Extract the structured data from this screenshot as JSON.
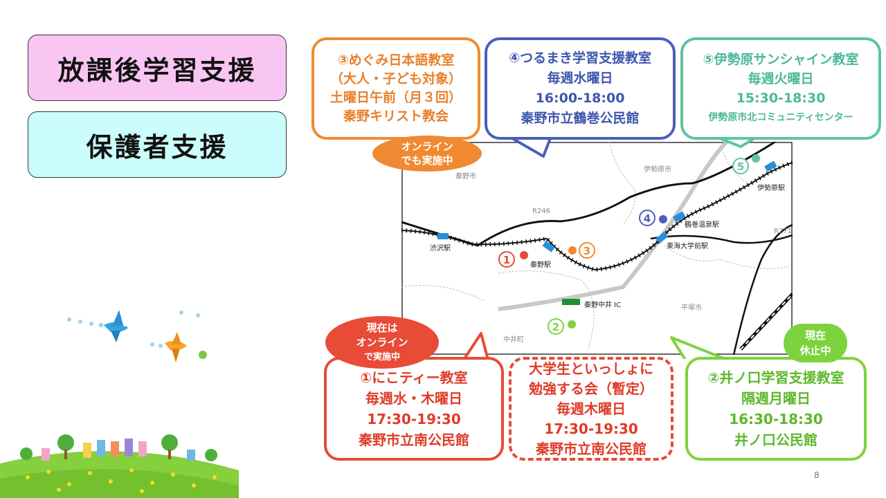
{
  "tabs": {
    "after_school": "放課後学習支援",
    "guardian": "保護者支援"
  },
  "classrooms": {
    "c3": {
      "lines": [
        "③めぐみ日本語教室",
        "（大人・子ども対象）",
        "土曜日午前（月３回）",
        "秦野キリスト教会"
      ]
    },
    "c4": {
      "lines": [
        "④つるまき学習支援教室",
        "毎週水曜日",
        "16:00-18:00",
        "秦野市立鶴巻公民館"
      ]
    },
    "c5": {
      "lines": [
        "⑤伊勢原サンシャイン教室",
        "毎週火曜日",
        "15:30-18:30",
        "伊勢原市北コミュニティセンター"
      ]
    },
    "c1": {
      "lines": [
        "①にこティー教室",
        "毎週水・木曜日",
        "17:30-19:30",
        "秦野市立南公民館"
      ]
    },
    "c6": {
      "lines": [
        "大学生といっしょに",
        "勉強する会（暫定）",
        "毎週木曜日",
        "17:30-19:30",
        "秦野市立南公民館"
      ]
    },
    "c2": {
      "lines": [
        "②井ノ口学習支援教室",
        "隔週月曜日",
        "16:30-18:30",
        "井ノ口公民館"
      ]
    }
  },
  "bubbles": {
    "online_orange": [
      "オンライン",
      "でも実施中"
    ],
    "online_red": [
      "現在は",
      "オンライン",
      "で実施中"
    ],
    "paused_green": [
      "現在",
      "休止中"
    ]
  },
  "map": {
    "labels": {
      "hadano_city": "秦野市",
      "isehara_city": "伊勢原市",
      "hiratsuka_city": "平塚市",
      "nakai_town": "中井町",
      "r246": "R246",
      "r271": "R271",
      "shibusawa_station": "渋沢駅",
      "hadano_station": "秦野駅",
      "tsurumaki_station": "鶴巻温泉駅",
      "tokai_station": "東海大学前駅",
      "isehara_station": "伊勢原駅",
      "ic": "秦野中井 IC"
    },
    "markers": {
      "m1": "1",
      "m2": "2",
      "m3": "3",
      "m4": "4",
      "m5": "5"
    },
    "colors": {
      "m1": "#e84b36",
      "m2": "#7dd33f",
      "m3": "#f08a32",
      "m4": "#4a5fbb",
      "m5": "#5ec3a5"
    }
  },
  "page_number": "8"
}
